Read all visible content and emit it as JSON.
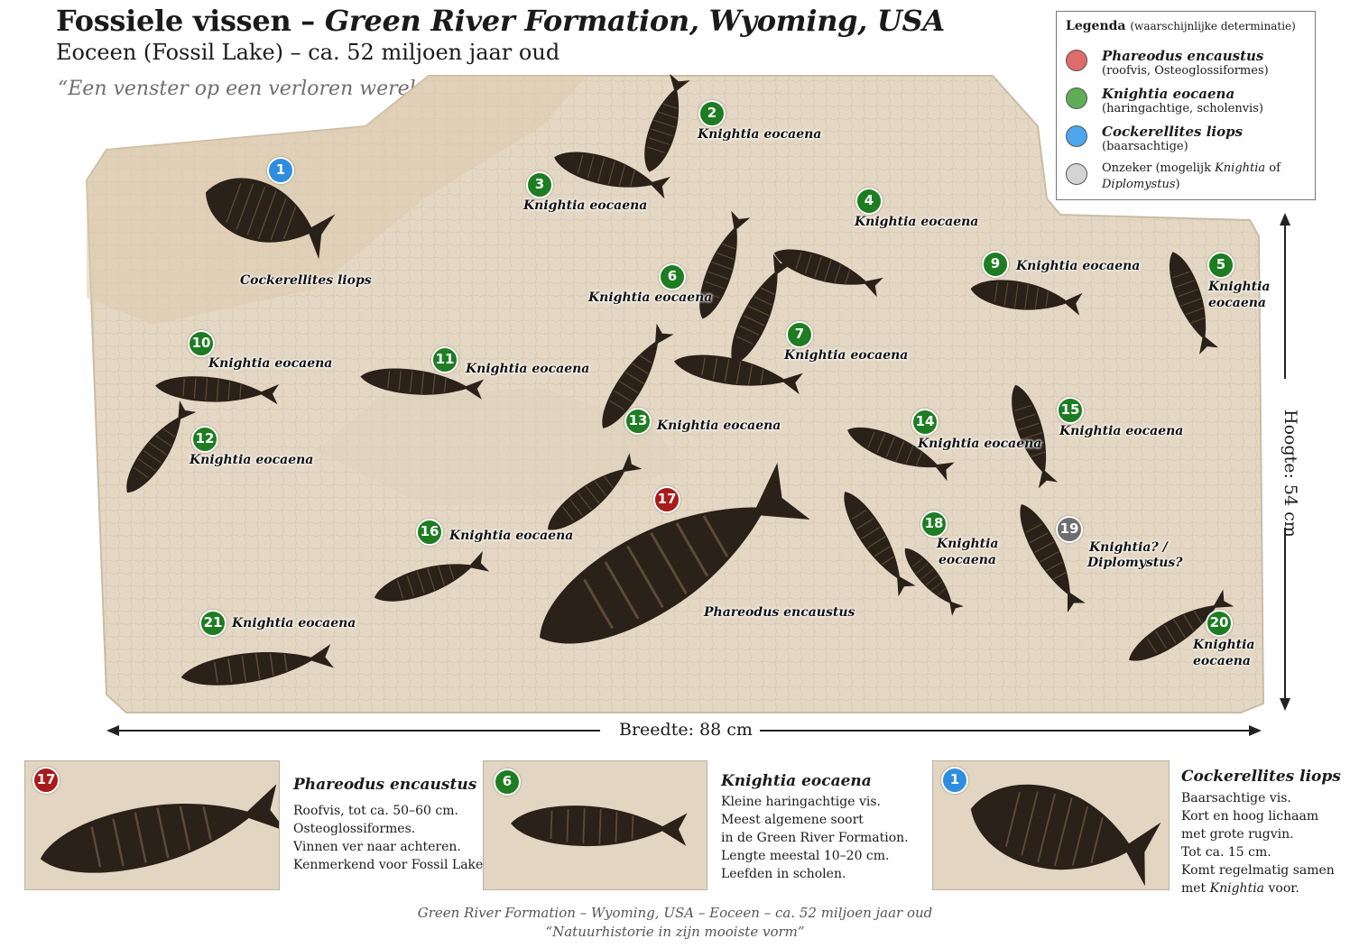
{
  "header": {
    "title_plain": "Fossiele vissen – ",
    "title_italic": "Green River Formation, Wyoming, USA",
    "subtitle": "Eoceen (Fossil Lake) – ca. 52 miljoen jaar oud",
    "motto": "“Een venster op een verloren wereld”"
  },
  "legend": {
    "title": "Legenda",
    "title_note": "(waarschijnlijke determinatie)",
    "items": [
      {
        "color": "#e06b6b",
        "name": "Phareodus encaustus",
        "desc": "(roofvis, Osteoglossiformes)"
      },
      {
        "color": "#5fae57",
        "name": "Knightia eocaena",
        "desc": "(haringachtige, scholenvis)"
      },
      {
        "color": "#4ea7ec",
        "name": "Cockerellites liops",
        "desc": "(baarsachtige)"
      },
      {
        "color": "#d4d4d4",
        "desc_line1": "Onzeker (mogelijk ",
        "desc_line1_italic": "Knightia",
        "desc_line1_end": " of",
        "desc_line2_italic": "Diplomystus",
        "desc_line2_end": ")"
      }
    ]
  },
  "specimens": [
    {
      "n": "1",
      "kind": "b",
      "label": "Cockerellites liops"
    },
    {
      "n": "2",
      "kind": "g",
      "label": "Knightia eocaena"
    },
    {
      "n": "3",
      "kind": "g",
      "label": "Knightia eocaena"
    },
    {
      "n": "4",
      "kind": "g",
      "label": "Knightia eocaena"
    },
    {
      "n": "5",
      "kind": "g",
      "label1": "Knightia",
      "label2": "eocaena"
    },
    {
      "n": "6",
      "kind": "g",
      "label": "Knightia eocaena"
    },
    {
      "n": "7",
      "kind": "g",
      "label": "Knightia eocaena"
    },
    {
      "n": "9",
      "kind": "g",
      "label": "Knightia eocaena"
    },
    {
      "n": "10",
      "kind": "g",
      "label": "Knightia eocaena"
    },
    {
      "n": "11",
      "kind": "g",
      "label": "Knightia eocaena"
    },
    {
      "n": "12",
      "kind": "g",
      "label": "Knightia eocaena"
    },
    {
      "n": "13",
      "kind": "g",
      "label": "Knightia eocaena"
    },
    {
      "n": "14",
      "kind": "g",
      "label": "Knightia eocaena"
    },
    {
      "n": "15",
      "kind": "g",
      "label": "Knightia eocaena"
    },
    {
      "n": "16",
      "kind": "g",
      "label": "Knightia eocaena"
    },
    {
      "n": "17",
      "kind": "r",
      "label": "Phareodus encaustus"
    },
    {
      "n": "18",
      "kind": "g",
      "label1": "Knightia",
      "label2": "eocaena"
    },
    {
      "n": "19",
      "kind": "u",
      "label1": "Knightia? /",
      "label2": "Diplomystus?"
    },
    {
      "n": "20",
      "kind": "g",
      "label1": "Knightia",
      "label2": "eocaena"
    },
    {
      "n": "21",
      "kind": "g",
      "label": "Knightia eocaena"
    }
  ],
  "dimensions": {
    "width": "Breedte: 88 cm",
    "height": "Hoogte: 54 cm"
  },
  "cards": [
    {
      "n": "17",
      "kind": "r",
      "title": "Phareodus encaustus",
      "lines": [
        "Roofvis, tot ca. 50–60 cm.",
        "Osteoglossiformes.",
        "Vinnen ver naar achteren.",
        "Kenmerkend voor Fossil Lake."
      ]
    },
    {
      "n": "6",
      "kind": "g",
      "title": "Knightia eocaena",
      "lines": [
        "Kleine haringachtige vis.",
        "Meest algemene soort",
        "in de Green River Formation.",
        "Lengte meestal 10–20 cm.",
        "Leefden in scholen."
      ]
    },
    {
      "n": "1",
      "kind": "b",
      "title": "Cockerellites liops",
      "lines": [
        "Baarsachtige vis.",
        "Kort en hoog lichaam",
        "met grote rugvin.",
        "Tot ca. 15 cm.",
        "Komt regelmatig samen"
      ],
      "last_prefix": "met ",
      "last_italic": "Knightia",
      "last_suffix": " voor."
    }
  ],
  "footer": {
    "line1": "Green River Formation – Wyoming, USA – Eoceen – ca. 52 miljoen jaar oud",
    "line2": "“Natuurhistorie in zijn mooiste vorm”"
  },
  "colors": {
    "plate": "#e6dbc9",
    "plate_edge": "#cbbca3",
    "fossil": "#2a2118",
    "knightia_badge": "#1e7d22",
    "cockerellites_badge": "#2f8de0",
    "phareodus_badge": "#a81b1b",
    "uncertain_badge": "#6f6f6f"
  }
}
